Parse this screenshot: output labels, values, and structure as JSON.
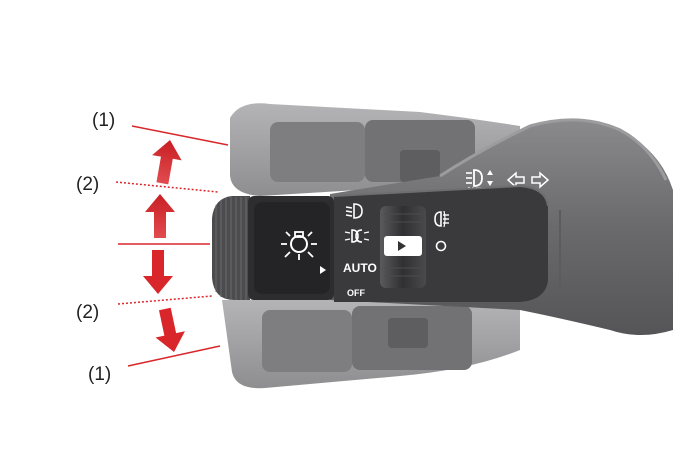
{
  "callouts": {
    "upper_1": "(1)",
    "upper_2": "(2)",
    "lower_2": "(2)",
    "lower_1": "(1)"
  },
  "switch": {
    "auto_label": "AUTO",
    "off_label": "OFF",
    "small_auto_label": "AUTO"
  },
  "colors": {
    "arrow": "#d9262b",
    "stalk_body": "#6e6e70",
    "stalk_dark": "#3b3b3d",
    "ghost": "#9a9a9c",
    "leader_line": "#d9262b"
  }
}
